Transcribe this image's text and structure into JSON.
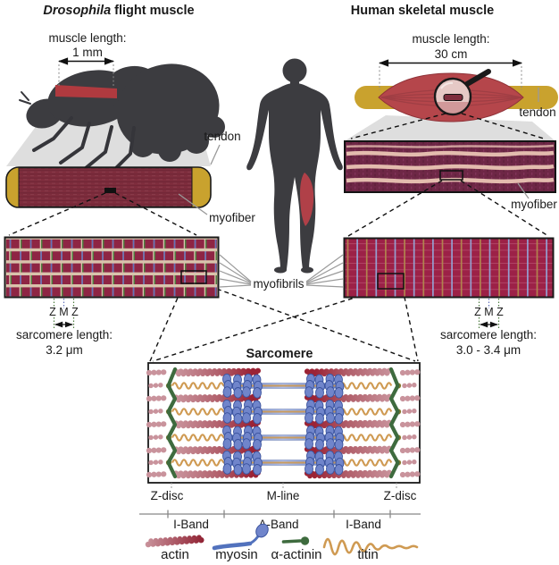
{
  "fly": {
    "title_italic": "Drosophila",
    "title_rest": "flight muscle",
    "muscle_length_label": "muscle length:",
    "muscle_length_value": "1 mm",
    "tendon_label": "tendon",
    "myofiber_label": "myofiber",
    "zmz": "Z M Z",
    "sarcomere_length_label": "sarcomere length:",
    "sarcomere_length_value": "3.2 μm"
  },
  "human": {
    "title": "Human skeletal muscle",
    "muscle_length_label": "muscle length:",
    "muscle_length_value": "30 cm",
    "tendon_label": "tendon",
    "myofiber_label": "myofiber",
    "zmz": "Z M Z",
    "sarcomere_length_label": "sarcomere length:",
    "sarcomere_length_value": "3.0 - 3.4 μm"
  },
  "shared": {
    "myofibrils_label": "myofibrils"
  },
  "sarcomere": {
    "title": "Sarcomere",
    "z_disc_left": "Z-disc",
    "m_line": "M-line",
    "z_disc_right": "Z-disc",
    "i_band_left": "I-Band",
    "a_band": "A-Band",
    "i_band_right": "I-Band"
  },
  "legend": {
    "actin": "actin",
    "myosin": "myosin",
    "alpha_actinin": "α-actinin",
    "titin": "titin"
  },
  "colors": {
    "silhouette": "#3c3c40",
    "cone": "#dedede",
    "muscle_red": "#b5464b",
    "band_red": "#b03a3f",
    "tendon_yellow": "#c9a22e",
    "myofiber_dark": "#7e2d3d",
    "myofiber_right": "#6e2746",
    "stripe_cream": "#e3bcae",
    "panel_cream": "#d9c3ac",
    "block_red": "#8e2544",
    "z_green": "#4e7d3f",
    "m_blue": "#6272bb",
    "rp_bg": "#9c2147",
    "rp_z_tan": "#b3894e",
    "rp_m_lavender": "#95a5d8",
    "rp_row_pink": "#c2607f",
    "actin_dark": "#9b2335",
    "actin_light": "#c9939c",
    "myosin_blue": "#5272bd",
    "myosin_head": "#7085cb",
    "myosin_edge": "#3a539e",
    "alpha_actinin_green": "#3e6b3e",
    "titin_orange": "#cf9a52",
    "olive_dot": "#8a7a2e",
    "text": "#1a1a1a",
    "pointer_gray": "#999999"
  }
}
